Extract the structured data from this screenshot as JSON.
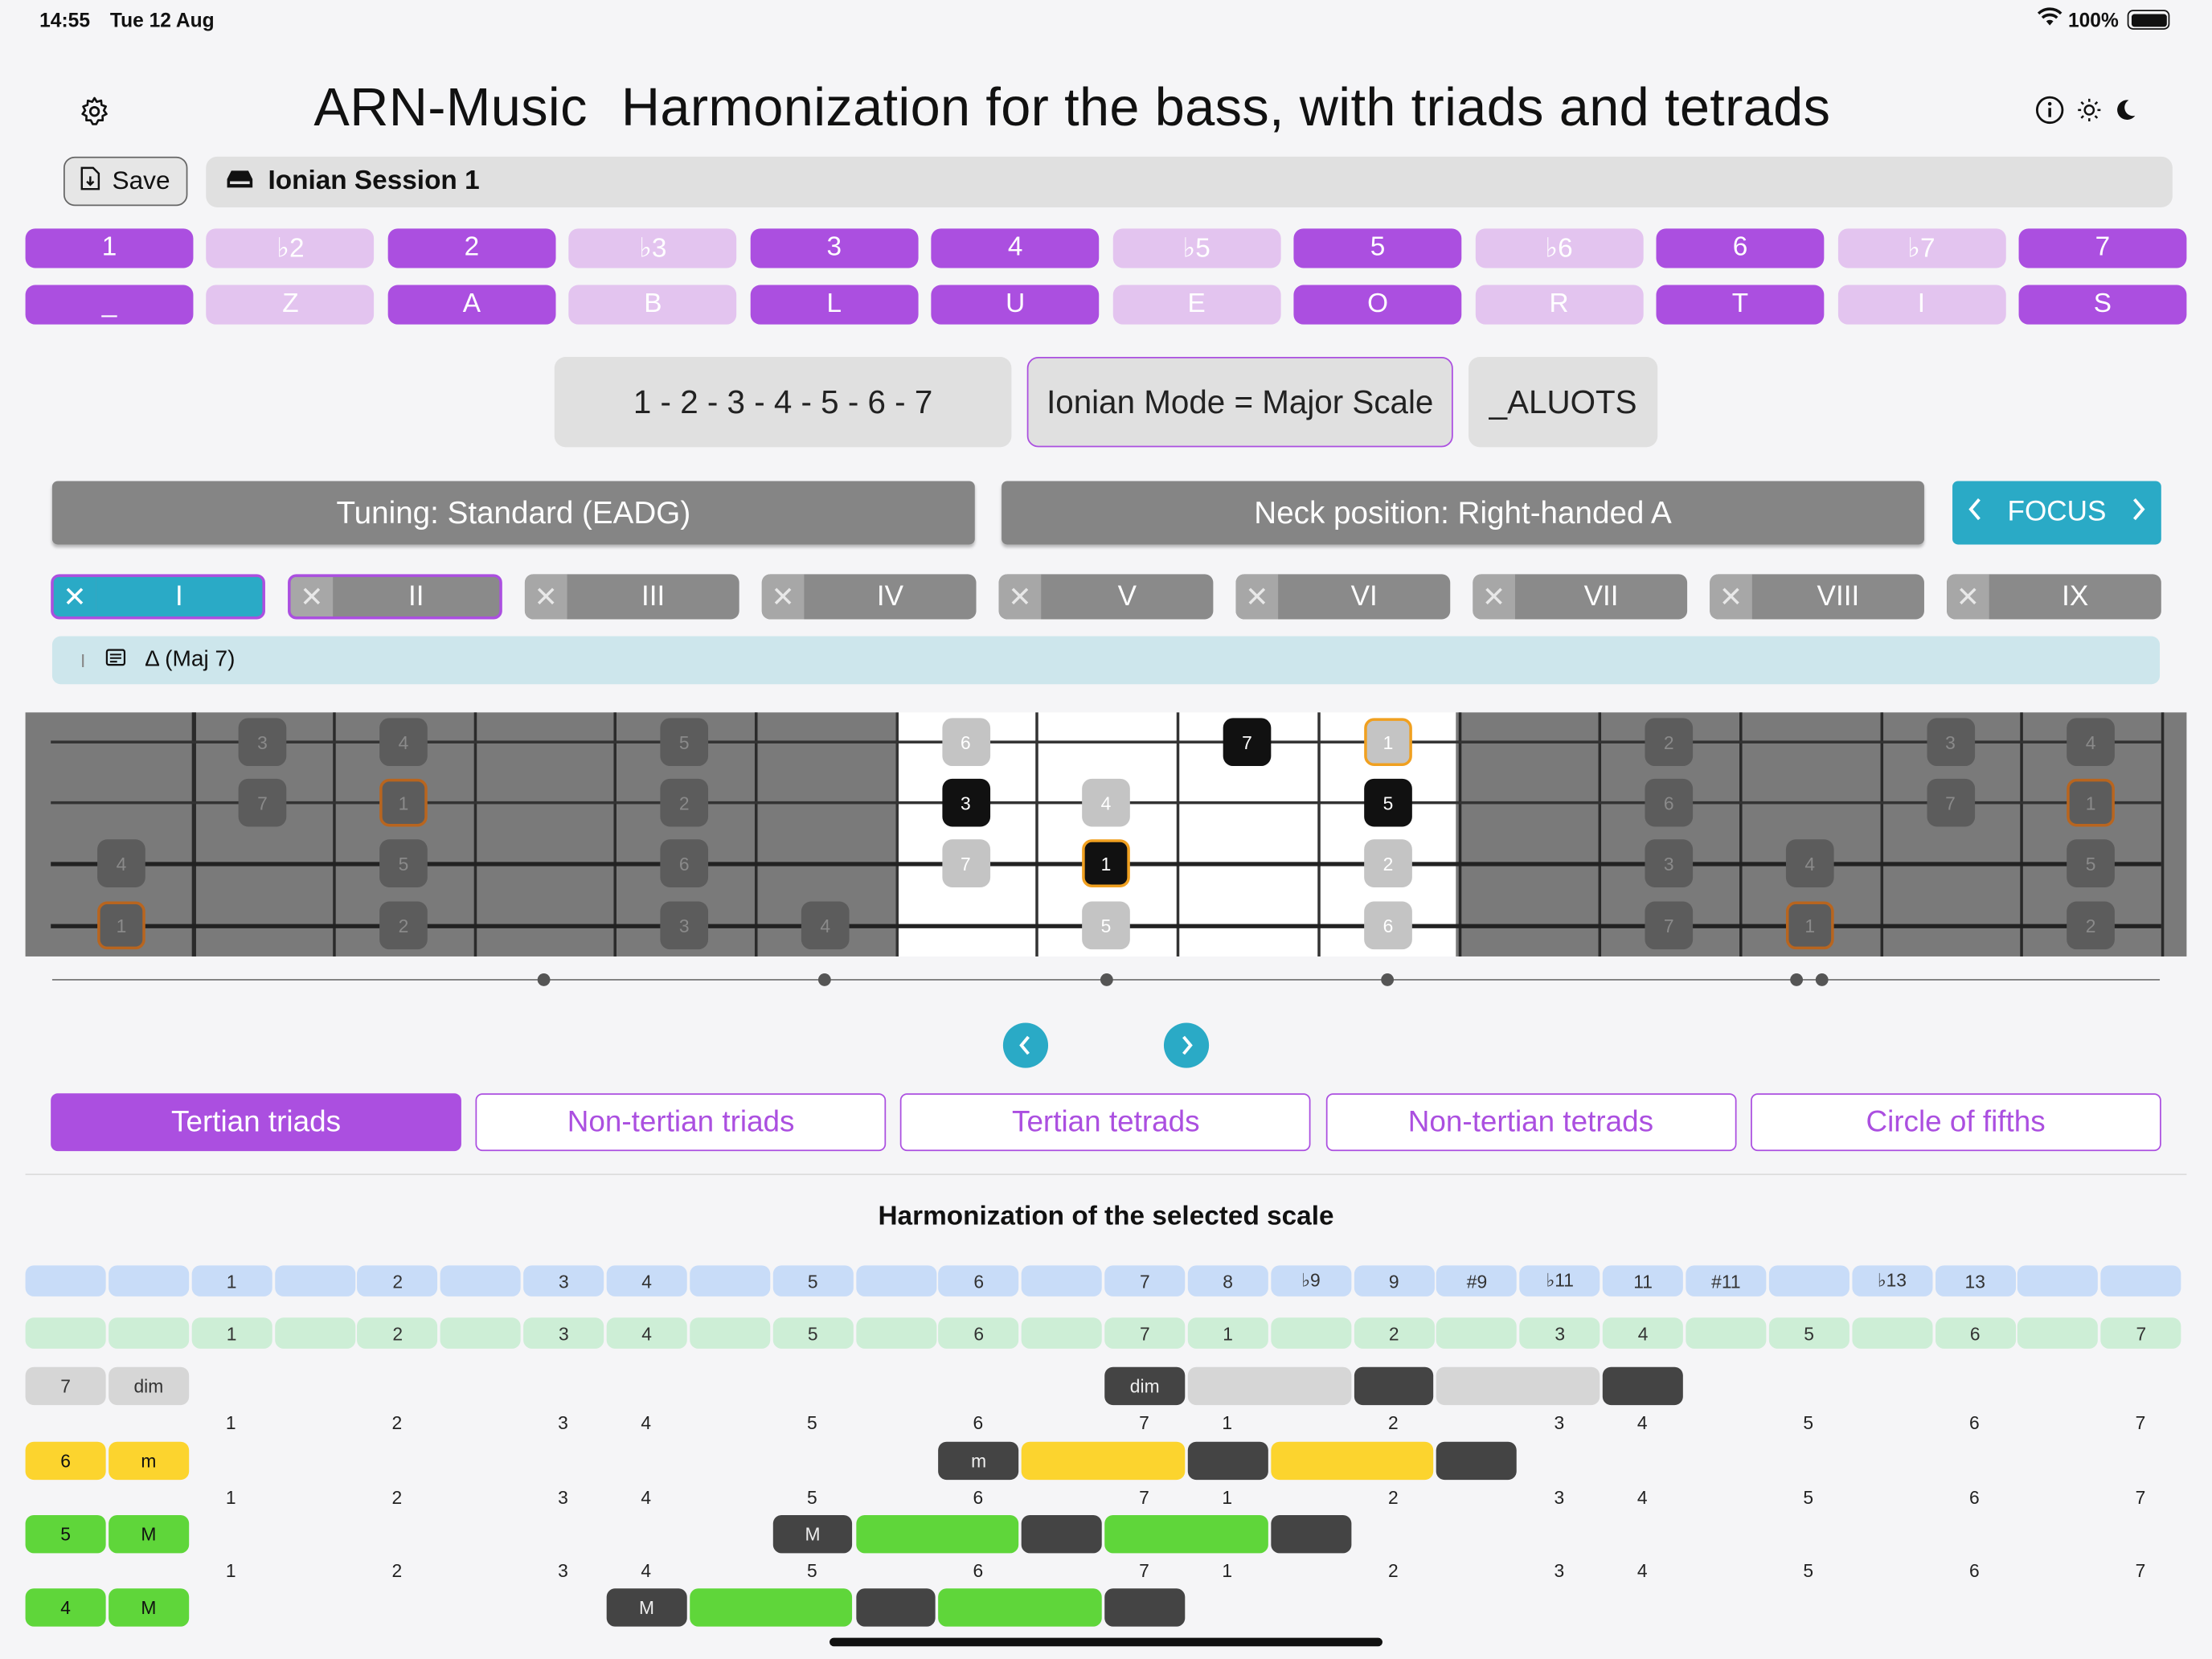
{
  "status": {
    "time": "14:55",
    "date": "Tue 12 Aug",
    "battery": "100%"
  },
  "header": {
    "app": "ARN-Music",
    "title": "Harmonization for the bass, with triads and tetrads"
  },
  "toolbar": {
    "save_label": "Save",
    "session": "Ionian Session 1"
  },
  "degrees": [
    {
      "label": "1",
      "on": true
    },
    {
      "label": "♭2",
      "on": false
    },
    {
      "label": "2",
      "on": true
    },
    {
      "label": "♭3",
      "on": false
    },
    {
      "label": "3",
      "on": true
    },
    {
      "label": "4",
      "on": true
    },
    {
      "label": "♭5",
      "on": false
    },
    {
      "label": "5",
      "on": true
    },
    {
      "label": "♭6",
      "on": false
    },
    {
      "label": "6",
      "on": true
    },
    {
      "label": "♭7",
      "on": false
    },
    {
      "label": "7",
      "on": true
    }
  ],
  "letters": [
    "_",
    "Z",
    "A",
    "B",
    "L",
    "U",
    "E",
    "O",
    "R",
    "T",
    "I",
    "S"
  ],
  "summary": {
    "formula": "1 - 2 - 3 - 4 - 5 - 6 - 7",
    "mode": "Ionian Mode = Major Scale",
    "code": "_ALUOTS"
  },
  "settings": {
    "tuning": "Tuning: Standard (EADG)",
    "neck": "Neck position: Right-handed A",
    "focus": "FOCUS"
  },
  "positions": [
    "I",
    "II",
    "III",
    "IV",
    "V",
    "VI",
    "VII",
    "VIII",
    "IX"
  ],
  "chord": {
    "roman": "I",
    "name": "Δ (Maj 7)"
  },
  "fretboard_notes": [
    {
      "s": 0,
      "f": 1,
      "t": "3",
      "k": "dim"
    },
    {
      "s": 0,
      "f": 2,
      "t": "4",
      "k": "dim"
    },
    {
      "s": 0,
      "f": 4,
      "t": "5",
      "k": "dim"
    },
    {
      "s": 0,
      "f": 6,
      "t": "6",
      "k": "light"
    },
    {
      "s": 0,
      "f": 8,
      "t": "7",
      "k": "black"
    },
    {
      "s": 0,
      "f": 9,
      "t": "1",
      "k": "rootlight"
    },
    {
      "s": 0,
      "f": 11,
      "t": "2",
      "k": "dim"
    },
    {
      "s": 0,
      "f": 13,
      "t": "3",
      "k": "dim"
    },
    {
      "s": 0,
      "f": 14,
      "t": "4",
      "k": "dim"
    },
    {
      "s": 1,
      "f": 1,
      "t": "7",
      "k": "dim"
    },
    {
      "s": 1,
      "f": 2,
      "t": "1",
      "k": "rootdim"
    },
    {
      "s": 1,
      "f": 4,
      "t": "2",
      "k": "dim"
    },
    {
      "s": 1,
      "f": 6,
      "t": "3",
      "k": "black"
    },
    {
      "s": 1,
      "f": 7,
      "t": "4",
      "k": "light"
    },
    {
      "s": 1,
      "f": 9,
      "t": "5",
      "k": "black"
    },
    {
      "s": 1,
      "f": 11,
      "t": "6",
      "k": "dim"
    },
    {
      "s": 1,
      "f": 13,
      "t": "7",
      "k": "dim"
    },
    {
      "s": 1,
      "f": 14,
      "t": "1",
      "k": "rootdim"
    },
    {
      "s": 2,
      "f": 0,
      "t": "4",
      "k": "dim"
    },
    {
      "s": 2,
      "f": 2,
      "t": "5",
      "k": "dim"
    },
    {
      "s": 2,
      "f": 4,
      "t": "6",
      "k": "dim"
    },
    {
      "s": 2,
      "f": 6,
      "t": "7",
      "k": "light"
    },
    {
      "s": 2,
      "f": 7,
      "t": "1",
      "k": "rootblack"
    },
    {
      "s": 2,
      "f": 9,
      "t": "2",
      "k": "light"
    },
    {
      "s": 2,
      "f": 11,
      "t": "3",
      "k": "dim"
    },
    {
      "s": 2,
      "f": 12,
      "t": "4",
      "k": "dim"
    },
    {
      "s": 2,
      "f": 14,
      "t": "5",
      "k": "dim"
    },
    {
      "s": 3,
      "f": 0,
      "t": "1",
      "k": "rootdim"
    },
    {
      "s": 3,
      "f": 2,
      "t": "2",
      "k": "dim"
    },
    {
      "s": 3,
      "f": 4,
      "t": "3",
      "k": "dim"
    },
    {
      "s": 3,
      "f": 5,
      "t": "4",
      "k": "dim"
    },
    {
      "s": 3,
      "f": 7,
      "t": "5",
      "k": "light"
    },
    {
      "s": 3,
      "f": 9,
      "t": "6",
      "k": "light"
    },
    {
      "s": 3,
      "f": 11,
      "t": "7",
      "k": "dim"
    },
    {
      "s": 3,
      "f": 12,
      "t": "1",
      "k": "rootdim"
    },
    {
      "s": 3,
      "f": 14,
      "t": "2",
      "k": "dim"
    }
  ],
  "tabs": [
    "Tertian triads",
    "Non-tertian triads",
    "Tertian tetrads",
    "Non-tertian tetrads",
    "Circle of fifths"
  ],
  "harmonization": {
    "title": "Harmonization of the selected scale",
    "intervals": [
      "",
      "",
      "1",
      "",
      "2",
      "",
      "3",
      "4",
      "",
      "5",
      "",
      "6",
      "",
      "7",
      "8",
      "♭9",
      "9",
      "#9",
      "♭11",
      "11",
      "#11",
      "",
      "♭13",
      "13",
      "",
      ""
    ],
    "degrees_row": [
      "",
      "",
      "1",
      "",
      "2",
      "",
      "3",
      "4",
      "",
      "5",
      "",
      "6",
      "",
      "7",
      "1",
      "",
      "2",
      "",
      "3",
      "4",
      "",
      "5",
      "",
      "6",
      "",
      "7"
    ],
    "number_row": [
      "1",
      "2",
      "3",
      "4",
      "5",
      "6",
      "7",
      "1",
      "2",
      "3",
      "4",
      "5",
      "6",
      "7"
    ],
    "rows": [
      {
        "degree": "7",
        "quality": "dim",
        "label": "dim",
        "start": 13
      },
      {
        "degree": "6",
        "quality": "m",
        "label": "m",
        "start": 11
      },
      {
        "degree": "5",
        "quality": "M",
        "label": "M",
        "start": 9
      },
      {
        "degree": "4",
        "quality": "M",
        "label": "M",
        "start": 7
      }
    ]
  },
  "colors": {
    "purple": "#ab4fe0",
    "purple_light": "#e3c4ef",
    "teal": "#2aaac6",
    "gray": "#858585",
    "yellow": "#fcd42e",
    "green": "#5fd63a",
    "blue_light": "#c8dcf8",
    "green_light": "#cdeed6"
  }
}
